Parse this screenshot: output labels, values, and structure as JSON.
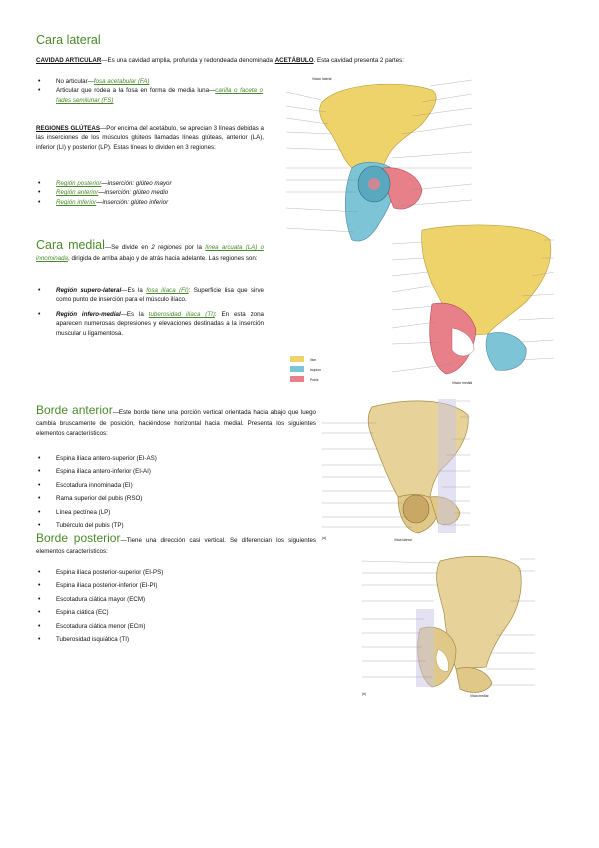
{
  "sections": {
    "cara_lateral": {
      "title": "Cara lateral",
      "cavidad_label": "CAVIDAD ARTICULAR",
      "cavidad_text_a": "—Es una cavidad amplia, profunda y redondeada denominada ",
      "acetabulo": "ACETÁBULO",
      "cavidad_text_b": ". Esta cavidad presenta 2 partes:",
      "partes": [
        {
          "lead": "No articular—",
          "link": "fosa acetabular (FA)",
          "tail": ""
        },
        {
          "lead": "Articular que rodea a la fosa en forma de media luna—",
          "link": "carilla o faceta o fades semilunar (FS)",
          "tail": ""
        }
      ],
      "regiones_label": "REGIONES GLÚTEAS",
      "regiones_text": "—Por encima del acetábulo, se aprecian 3 líneas debidas a las inserciones de los músculos glúteos llamadas líneas glúteas, anterior (LA), inferior (LI) y posterior (LP). Estas líneas lo dividen en 3 regiones:",
      "regiones": [
        {
          "link": "Región posterior",
          "tail": "—inserción: glúteo mayor"
        },
        {
          "link": "Región anterior",
          "tail": "—inserción: glúteo medio"
        },
        {
          "link": "Región inferior",
          "tail": "—inserción: glúteo inferior"
        }
      ]
    },
    "cara_medial": {
      "title": "Cara medial",
      "intro_a": "—Se divide en ",
      "intro_regiones": "2 regiones",
      "intro_b": " por la ",
      "intro_link": "línea arcuata (LA) o innominada",
      "intro_c": ", dirigida de arriba abajo y de atrás hacia adelante. Las regiones son:",
      "items": [
        {
          "lead": "Región supero-lateral",
          "mid": "—Es la ",
          "link": "fosa ilíaca (FI)",
          "tail": ": Superficie lisa que sirve como punto de inserción para el músculo ilíaco."
        },
        {
          "lead": "Región infero-medial",
          "mid": "—Es la ",
          "link": "tuberosidad ilíaca (TI)",
          "tail": ": En esta zona aparecen numerosas depresiones y elevaciones destinadas a la inserción muscular u ligamentosa."
        }
      ]
    },
    "borde_anterior": {
      "title": "Borde anterior",
      "intro": "—Este borde tiene una porción vertical orientada hacia abajo que luego cambia bruscamente de posición, haciéndose horizontal hacia medial. Presenta los siguientes elementos característicos:",
      "items": [
        "Espina ilíaca antero-superior (EI-AS)",
        "Espina ilíaca antero-inferior (EI-AI)",
        "Escotadura innominada (EI)",
        "Rama superior del pubis (RSO)",
        "Línea pectínea (LP)",
        "Tubérculo del pubis (TP)"
      ]
    },
    "borde_posterior": {
      "title": "Borde posterior",
      "intro": "—Tiene una dirección casi vertical. Se diferencian los siguientes elementos característicos:",
      "items": [
        "Espina ilíaca posterior-superior (EI-PS)",
        "Espina ilíaca posterior-inferior (EI-PI)",
        "Escotadura ciática mayor (ECM)",
        "Espina ciática (EC)",
        "Escotadura ciática menor (ECm)",
        "Tuberosidad isquiática (TI)"
      ]
    }
  },
  "figures": {
    "lateral_caption": "Visión lateral",
    "medial_caption": "Visión medial",
    "legend": [
      "Ilion",
      "Isquion",
      "Pubis"
    ],
    "colors": {
      "ilion": "#eed36a",
      "isquion": "#7dc4d6",
      "pubis": "#e8808a",
      "bone": "#e7d39a",
      "green": "#4a8a2a"
    },
    "fig_a_caption": "Vista lateral",
    "fig_b_caption": "Vista medial",
    "fig_a_letter": "(a)",
    "fig_b_letter": "(b)"
  }
}
